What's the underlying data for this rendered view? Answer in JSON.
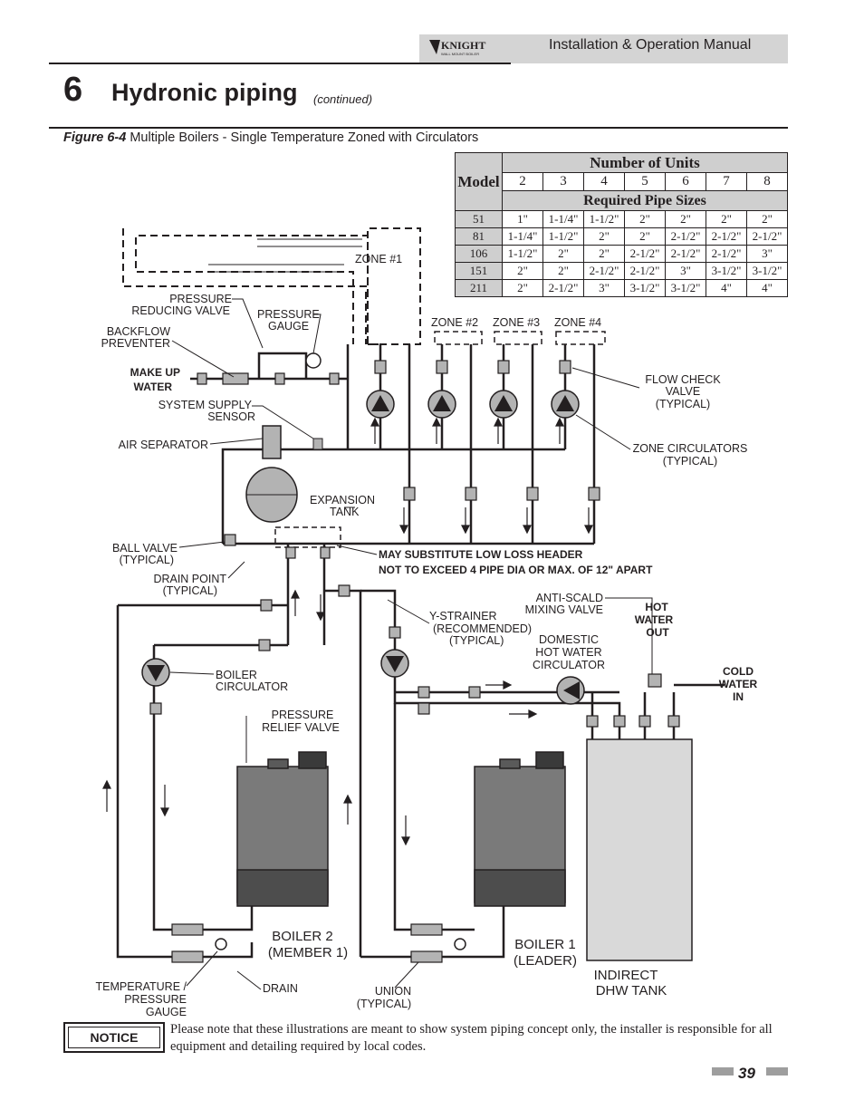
{
  "header": {
    "brand": "KNIGHT",
    "brand_tagline": "WALL MOUNT BOILER",
    "manual_title": "Installation & Operation Manual"
  },
  "section": {
    "number": "6",
    "title": "Hydronic piping",
    "continued": "(continued)"
  },
  "figure": {
    "label": "Figure 6-4",
    "caption": " Multiple Boilers - Single Temperature Zoned with Circulators"
  },
  "pipe_table": {
    "model_header": "Model",
    "units_header": "Number of Units",
    "units": [
      "2",
      "3",
      "4",
      "5",
      "6",
      "7",
      "8"
    ],
    "sizes_header": "Required Pipe Sizes",
    "rows": [
      {
        "model": "51",
        "sizes": [
          "1\"",
          "1-1/4\"",
          "1-1/2\"",
          "2\"",
          "2\"",
          "2\"",
          "2\""
        ]
      },
      {
        "model": "81",
        "sizes": [
          "1-1/4\"",
          "1-1/2\"",
          "2\"",
          "2\"",
          "2-1/2\"",
          "2-1/2\"",
          "2-1/2\""
        ]
      },
      {
        "model": "106",
        "sizes": [
          "1-1/2\"",
          "2\"",
          "2\"",
          "2-1/2\"",
          "2-1/2\"",
          "2-1/2\"",
          "3\""
        ]
      },
      {
        "model": "151",
        "sizes": [
          "2\"",
          "2\"",
          "2-1/2\"",
          "2-1/2\"",
          "3\"",
          "3-1/2\"",
          "3-1/2\""
        ]
      },
      {
        "model": "211",
        "sizes": [
          "2\"",
          "2-1/2\"",
          "3\"",
          "3-1/2\"",
          "3-1/2\"",
          "4\"",
          "4\""
        ]
      }
    ]
  },
  "diagram": {
    "zone1": "ZONE #1",
    "zone2": "ZONE #2",
    "zone3": "ZONE #3",
    "zone4": "ZONE #4",
    "pressure_reducing_1": "PRESSURE",
    "pressure_reducing_2": "REDUCING VALVE",
    "pressure_gauge_1": "PRESSURE",
    "pressure_gauge_2": "GAUGE",
    "backflow_1": "BACKFLOW",
    "backflow_2": "PREVENTER",
    "makeup_1": "MAKE UP",
    "makeup_2": "WATER",
    "supply_sensor_1": "SYSTEM SUPPLY",
    "supply_sensor_2": "SENSOR",
    "air_separator": "AIR SEPARATOR",
    "expansion_1": "EXPANSION",
    "expansion_2": "TANK",
    "ball_valve_1": "BALL VALVE",
    "ball_valve_2": "(TYPICAL)",
    "drain_point_1": "DRAIN POINT",
    "drain_point_2": "(TYPICAL)",
    "low_loss_1": "MAY SUBSTITUTE LOW LOSS HEADER",
    "low_loss_2": "NOT TO EXCEED 4 PIPE DIA OR MAX. OF 12\" APART",
    "flow_check_1": "FLOW CHECK",
    "flow_check_2": "VALVE",
    "flow_check_3": "(TYPICAL)",
    "zone_circ_1": "ZONE CIRCULATORS",
    "zone_circ_2": "(TYPICAL)",
    "anti_scald_1": "ANTI-SCALD",
    "anti_scald_2": "MIXING VALVE",
    "hot_water_1": "HOT",
    "hot_water_2": "WATER",
    "hot_water_3": "OUT",
    "cold_water_1": "COLD",
    "cold_water_2": "WATER",
    "cold_water_3": "IN",
    "y_strainer_1": "Y-STRAINER",
    "y_strainer_2": "(RECOMMENDED)",
    "y_strainer_3": "(TYPICAL)",
    "dhw_circ_1": "DOMESTIC",
    "dhw_circ_2": "HOT WATER",
    "dhw_circ_3": "CIRCULATOR",
    "boiler_circ_1": "BOILER",
    "boiler_circ_2": "CIRCULATOR",
    "relief_1": "PRESSURE",
    "relief_2": "RELIEF VALVE",
    "boiler2_1": "BOILER 2",
    "boiler2_2": "(MEMBER 1)",
    "boiler1_1": "BOILER 1",
    "boiler1_2": "(LEADER)",
    "tank_1": "INDIRECT",
    "tank_2": "DHW TANK",
    "temp_gauge_1": "TEMPERATURE /",
    "temp_gauge_2": "PRESSURE",
    "temp_gauge_3": "GAUGE",
    "drain": "DRAIN",
    "union_1": "UNION",
    "union_2": "(TYPICAL)"
  },
  "notice": {
    "label": "NOTICE",
    "text": "Please note that these illustrations are meant to show system piping concept only, the installer is responsible for all equipment and detailing required by local codes."
  },
  "footer": {
    "page_number": "39"
  }
}
